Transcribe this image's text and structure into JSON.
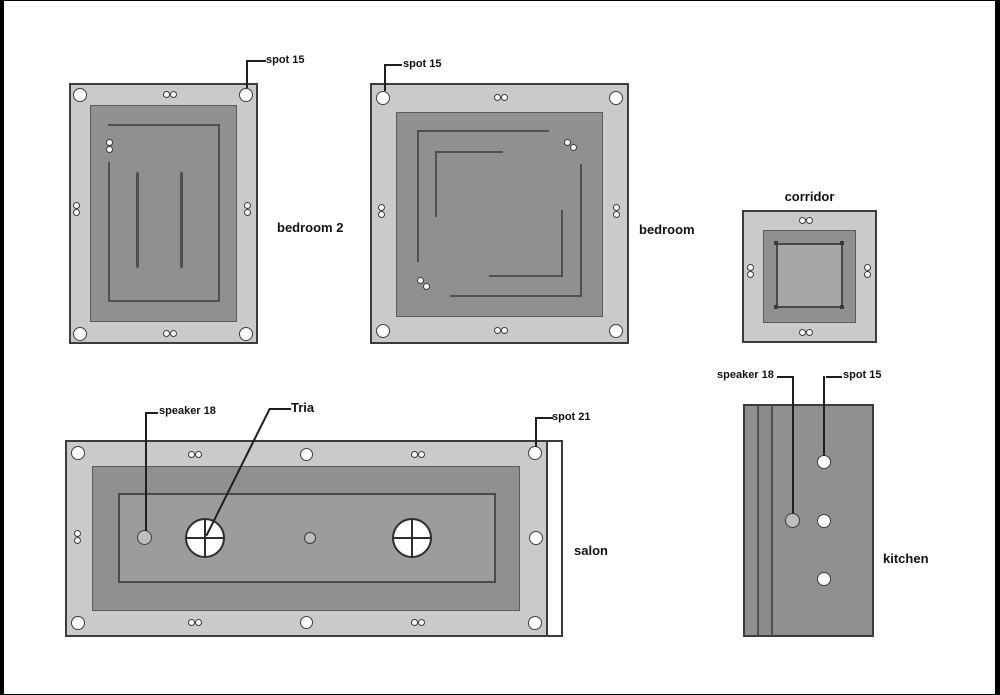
{
  "panels": {
    "bedroom2": {
      "label": "bedroom 2",
      "callouts": {
        "spot": "spot 15"
      }
    },
    "bedroom": {
      "label": "bedroom",
      "callouts": {
        "spot": "spot 15"
      }
    },
    "corridor": {
      "label": "corridor"
    },
    "salon": {
      "label": "salon",
      "callouts": {
        "speaker": "speaker 18",
        "tria": "Tria",
        "spot": "spot 21"
      }
    },
    "kitchen": {
      "label": "kitchen",
      "callouts": {
        "speaker": "speaker 18",
        "spot": "spot 15"
      }
    }
  },
  "colors": {
    "background": "#ffffff",
    "frame_gray": "#c9cbcb",
    "recess_gray": "#8f9191",
    "corridor_inner_gray": "#a6a8a8",
    "salon_inner_gray": "#9b9d9d",
    "track_line": "#4f5151",
    "outline": "#3c3c3c",
    "speaker_fill": "#bdbfbf",
    "edge_black": "#000000"
  }
}
